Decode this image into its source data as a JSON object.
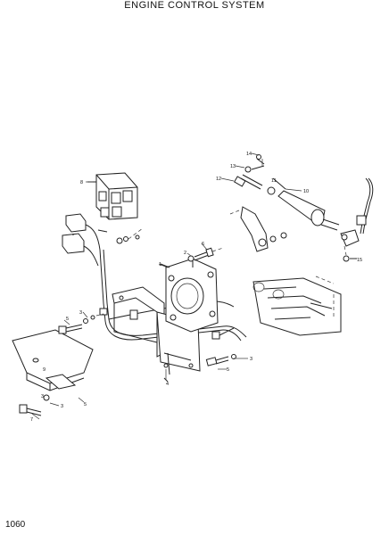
{
  "title": "ENGINE CONTROL SYSTEM",
  "page_number": "1060",
  "callouts": [
    "1",
    "2",
    "3",
    "3",
    "3",
    "3",
    "4",
    "5",
    "5",
    "5",
    "6",
    "7",
    "8",
    "9",
    "10",
    "11",
    "12",
    "13",
    "14",
    "15"
  ]
}
